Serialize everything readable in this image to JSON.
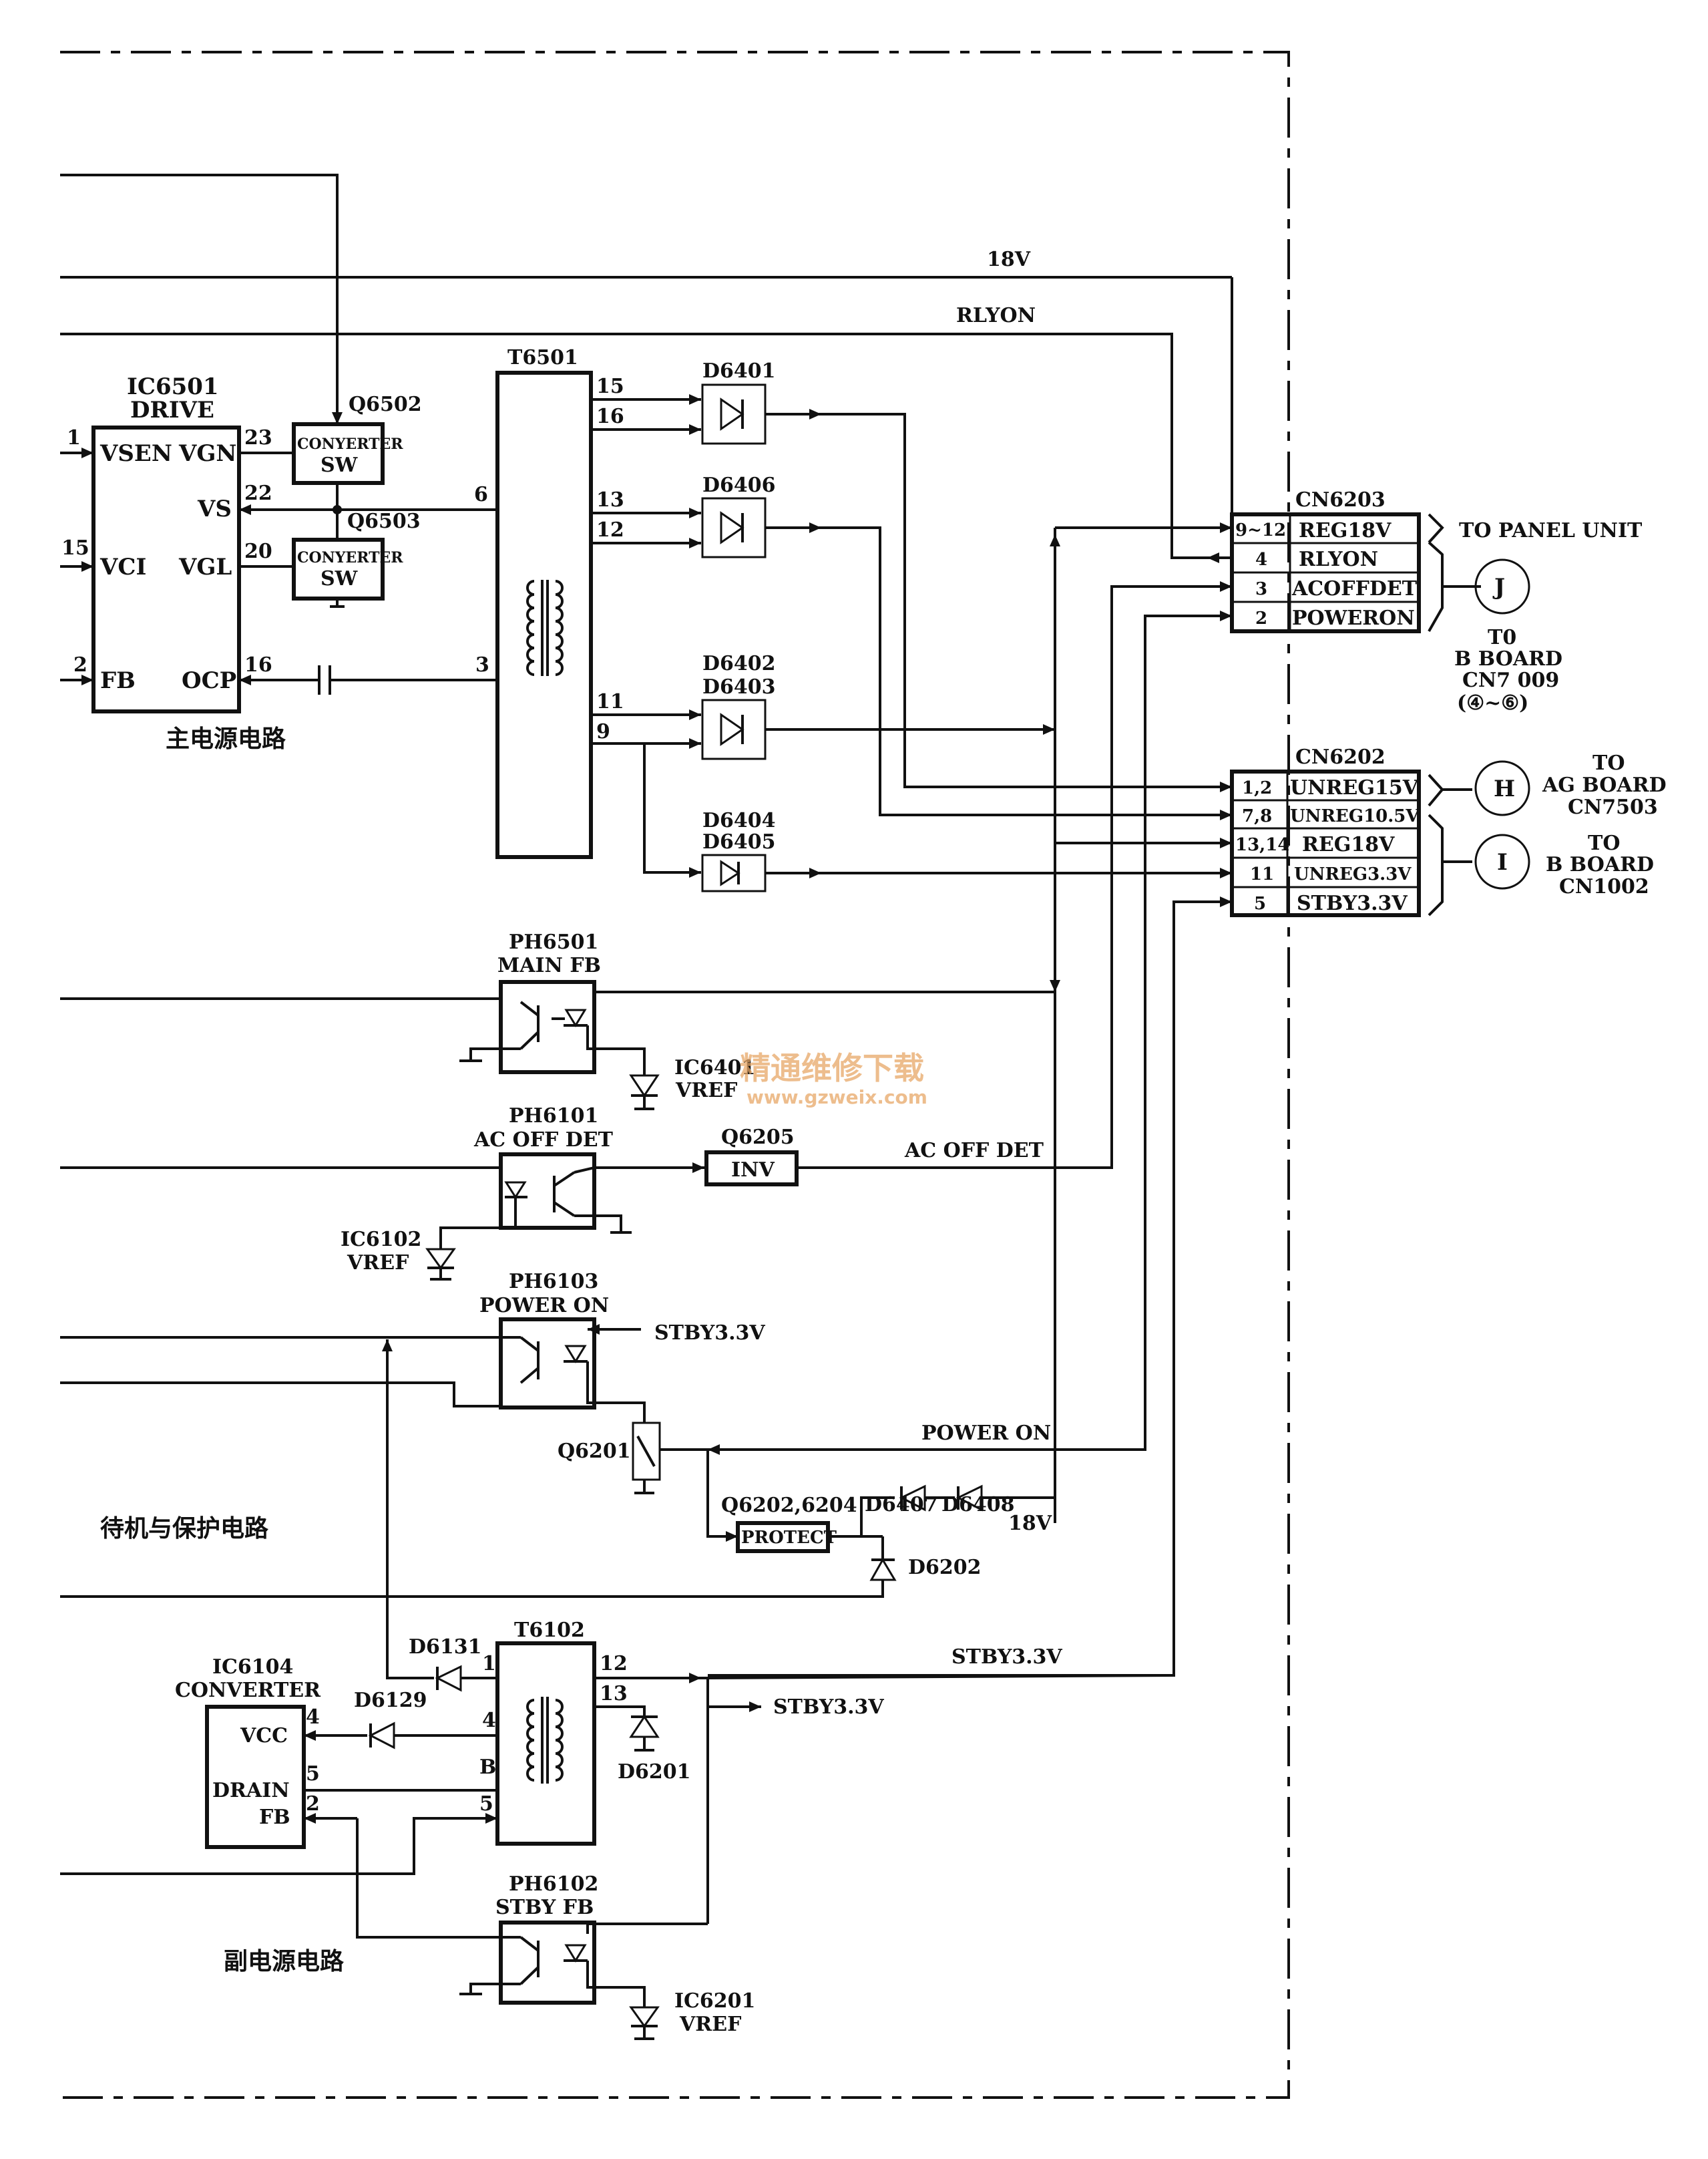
{
  "ic6501": {
    "ref": "IC6501",
    "name": "DRIVE",
    "pins": {
      "vsen": "VSEN",
      "vgn": "VGN",
      "vs": "VS",
      "vci": "VCI",
      "vgl": "VGL",
      "fb": "FB",
      "ocp": "OCP"
    },
    "numbers": {
      "vsen": "1",
      "vgn": "23",
      "vs": "22",
      "vci": "15",
      "vgl": "20",
      "fb": "2",
      "ocp": "16"
    }
  },
  "q6502": {
    "ref": "Q6502",
    "line1": "CONYERTER",
    "line2": "SW"
  },
  "q6503": {
    "ref": "Q6503",
    "line1": "CONYERTER",
    "line2": "SW"
  },
  "t6501": {
    "ref": "T6501",
    "pins": [
      "15",
      "16",
      "6",
      "13",
      "12",
      "3",
      "11",
      "9"
    ]
  },
  "diodes": {
    "d6401": "D6401",
    "d6406": "D6406",
    "d6402": "D6402",
    "d6403": "D6403",
    "d6404": "D6404",
    "d6405": "D6405"
  },
  "nets": {
    "v18": "18V",
    "rlyon": "RLYON",
    "ac_off_det": "AC OFF DET",
    "power_on": "POWER ON",
    "stby_top": "STBY3.3V",
    "stby_out": "STBY3.3V",
    "stby_ph": "STBY3.3V",
    "v18_b": "18V"
  },
  "cn6203": {
    "ref": "CN6203",
    "rows": [
      {
        "pin": "9~12",
        "signal": "REG18V"
      },
      {
        "pin": "4",
        "signal": "RLYON"
      },
      {
        "pin": "3",
        "signal": "ACOFFDET"
      },
      {
        "pin": "2",
        "signal": "POWERON"
      }
    ],
    "dest": "TO PANEL UNIT",
    "conn_letter": "J",
    "conn_to": [
      "T0",
      "B BOARD",
      "CN7 009",
      "(④~⑥)"
    ]
  },
  "cn6202": {
    "ref": "CN6202",
    "rows": [
      {
        "pin": "1,2",
        "signal": "UNREG15V"
      },
      {
        "pin": "7,8",
        "signal": "UNREG10.5V"
      },
      {
        "pin": "13,14",
        "signal": "REG18V"
      },
      {
        "pin": "11",
        "signal": "UNREG3.3V"
      },
      {
        "pin": "5",
        "signal": "STBY3.3V"
      }
    ],
    "conn_h": {
      "letter": "H",
      "to": [
        "TO",
        "AG BOARD",
        "CN7503"
      ]
    },
    "conn_i": {
      "letter": "I",
      "to": [
        "TO",
        "B BOARD",
        "CN1002"
      ]
    }
  },
  "ph6501": {
    "ref": "PH6501",
    "name": "MAIN FB"
  },
  "ic6401": {
    "ref": "IC6401",
    "name": "VREF"
  },
  "ph6101": {
    "ref": "PH6101",
    "name": "AC OFF DET"
  },
  "q6205": {
    "ref": "Q6205",
    "name": "INV"
  },
  "ic6102": {
    "ref": "IC6102",
    "name": "VREF"
  },
  "ph6103": {
    "ref": "PH6103",
    "name": "POWER ON"
  },
  "q6201": {
    "ref": "Q6201"
  },
  "protect": {
    "ref": "Q6202,6204",
    "name": "PROTECT"
  },
  "d6407": "D6407",
  "d6408": "D6408",
  "d6202": "D6202",
  "t6102": {
    "ref": "T6102",
    "pins": [
      "1",
      "4",
      "B",
      "5",
      "12",
      "13"
    ]
  },
  "d6131": "D6131",
  "d6129": "D6129",
  "d6201": "D6201",
  "ic6104": {
    "ref": "IC6104",
    "name": "CONVERTER",
    "pins": {
      "vcc": "VCC",
      "drain": "DRAIN",
      "fb": "FB"
    },
    "numbers": {
      "vcc": "4",
      "drain": "5",
      "fb": "2"
    }
  },
  "ph6102": {
    "ref": "PH6102",
    "name": "STBY FB"
  },
  "ic6201": {
    "ref": "IC6201",
    "name": "VREF"
  },
  "sections": {
    "main": "主电源电路",
    "standby": "待机与保护电路",
    "sub": "副电源电路"
  },
  "watermark": {
    "title": "精通维修下载",
    "url": "www.gzweix.com"
  }
}
